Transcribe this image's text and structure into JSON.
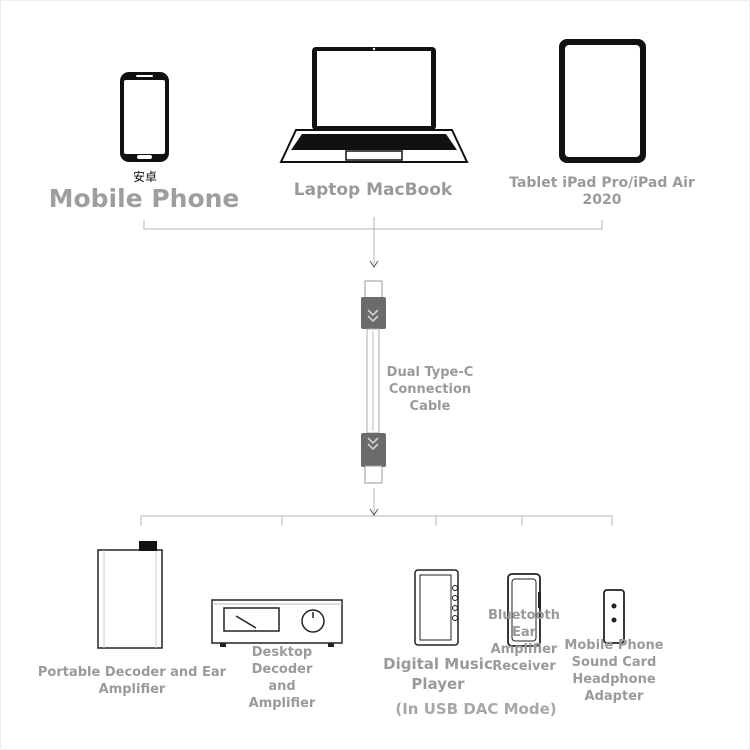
{
  "sources": {
    "mobile_phone": {
      "sub": "安卓",
      "label": "Mobile Phone"
    },
    "laptop": {
      "label": "Laptop MacBook"
    },
    "tablet": {
      "line1": "Tablet iPad Pro/iPad Air",
      "line2": "2020"
    }
  },
  "cable": {
    "line1": "Dual Type-C",
    "line2": "Connection",
    "line3": "Cable"
  },
  "targets": {
    "portable": {
      "line1": "Portable Decoder and Ear",
      "line2": "Amplifier"
    },
    "desktop": {
      "line1": "Desktop",
      "line2": "Decoder",
      "line3": "and",
      "line4": "Amplifier"
    },
    "dap": {
      "line1": "Digital Music",
      "line2": "Player"
    },
    "bluetooth": {
      "line1": "Bluetooth",
      "line2": "Ear",
      "line3": "Amplifier",
      "line4": "Receiver"
    },
    "adapter": {
      "line1": "Mobile Phone",
      "line2": "Sound Card",
      "line3": "Headphone",
      "line4": "Adapter"
    },
    "note": "(In USB DAC Mode)"
  },
  "colors": {
    "text_gray": "#9a9a9a",
    "line_gray": "#b5b5b5",
    "device_black": "#111111",
    "connector_gray": "#6b6b6b"
  }
}
